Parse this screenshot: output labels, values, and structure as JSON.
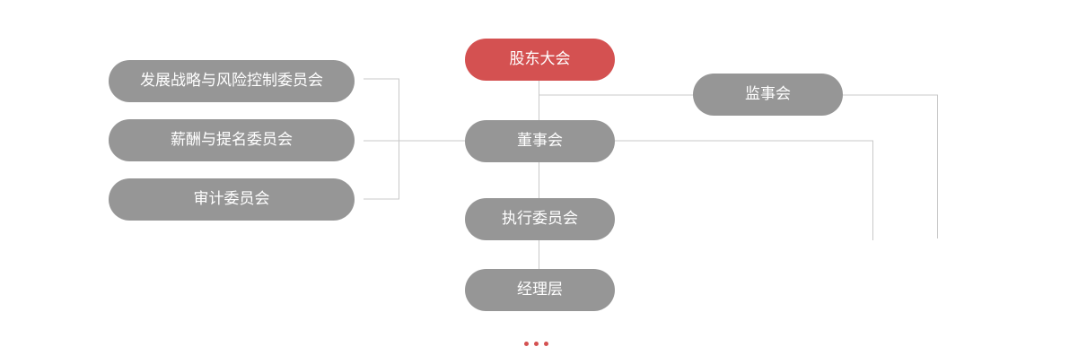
{
  "diagram": {
    "nodes": {
      "shareholders": "股东大会",
      "supervisors": "监事会",
      "board": "董事会",
      "strategy_committee": "发展战略与风险控制委员会",
      "nomination_committee": "薪酬与提名委员会",
      "audit_committee": "审计委员会",
      "executive_committee": "执行委员会",
      "management": "经理层"
    },
    "colors": {
      "primary_node": "#d45151",
      "node": "#969696",
      "connector": "#c8c8c8",
      "more_dots": "#d45151"
    },
    "more_indicator": "ellipsis-dots"
  }
}
